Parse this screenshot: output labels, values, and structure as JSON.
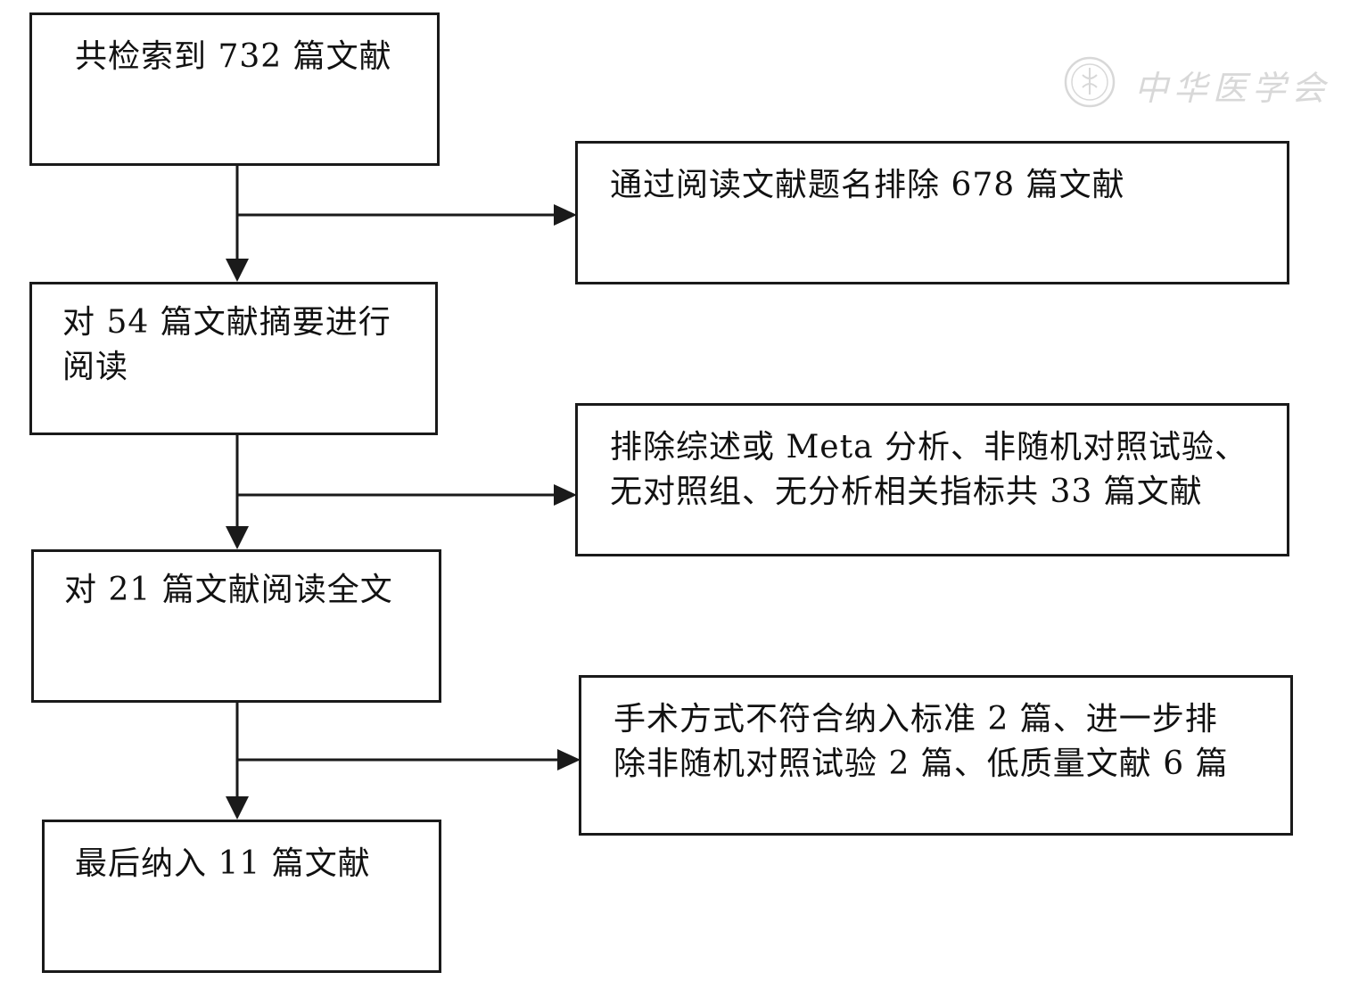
{
  "flow": {
    "step1": {
      "lines": [
        "共检索到 732 篇文献"
      ]
    },
    "exclude1": {
      "lines": [
        "通过阅读文献题名排除 678 篇文献"
      ]
    },
    "step2": {
      "lines": [
        "对  54  篇文献摘要进行",
        "阅读"
      ]
    },
    "exclude2": {
      "lines": [
        "排除综述或 Meta 分析、非随机对照试验、",
        "无对照组、无分析相关指标共 33 篇文献"
      ]
    },
    "step3": {
      "lines": [
        "对 21 篇文献阅读全文"
      ]
    },
    "exclude3": {
      "lines": [
        "手术方式不符合纳入标准  2  篇、进一步排",
        "除非随机对照试验  2  篇、低质量文献 6 篇"
      ]
    },
    "step4": {
      "lines": [
        "最后纳入 11 篇文献"
      ]
    }
  },
  "watermark": {
    "text": "中华医学会"
  },
  "colors": {
    "line": "#1a1a1a",
    "watermark": "#8a8a8a"
  }
}
